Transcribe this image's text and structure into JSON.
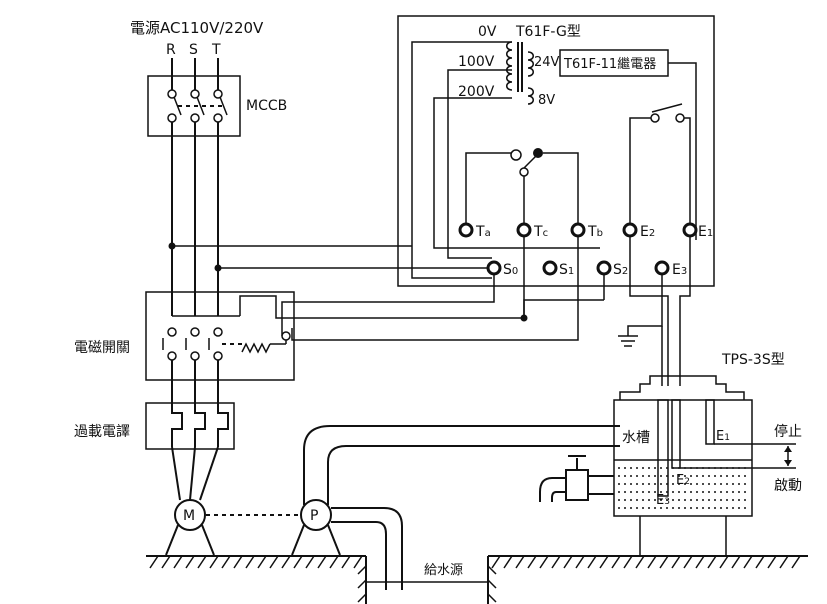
{
  "power": {
    "source_label": "電源AC110V/220V",
    "phases": [
      "R",
      "S",
      "T"
    ]
  },
  "breaker": {
    "label": "MCCB"
  },
  "contactor": {
    "label": "電磁開關"
  },
  "overload": {
    "label": "過載電譯"
  },
  "motor": {
    "label": "M"
  },
  "pump": {
    "label": "P"
  },
  "water_source": {
    "label": "給水源"
  },
  "relay": {
    "model_label": "T61F-G型",
    "inner_label": "T61F-11繼電器",
    "voltages": {
      "v0": "0V",
      "v100": "100V",
      "v200": "200V",
      "v24": "24V",
      "v8": "8V"
    },
    "terminals": {
      "ta": {
        "main": "T",
        "sub": "a"
      },
      "tc": {
        "main": "T",
        "sub": "c"
      },
      "tb": {
        "main": "T",
        "sub": "b"
      },
      "e2": {
        "main": "E",
        "sub": "2"
      },
      "e1": {
        "main": "E",
        "sub": "1"
      },
      "s0": {
        "main": "S",
        "sub": "0"
      },
      "s1": {
        "main": "S",
        "sub": "1"
      },
      "s2": {
        "main": "S",
        "sub": "2"
      },
      "e3": {
        "main": "E",
        "sub": "3"
      }
    }
  },
  "tank": {
    "model_label": "TPS-3S型",
    "label": "水槽",
    "electrodes": {
      "e1": {
        "main": "E",
        "sub": "1"
      },
      "e2": {
        "main": "E",
        "sub": "2"
      },
      "e3": {
        "main": "E",
        "sub": "3"
      }
    },
    "stop_label": "停止",
    "start_label": "啟動"
  }
}
